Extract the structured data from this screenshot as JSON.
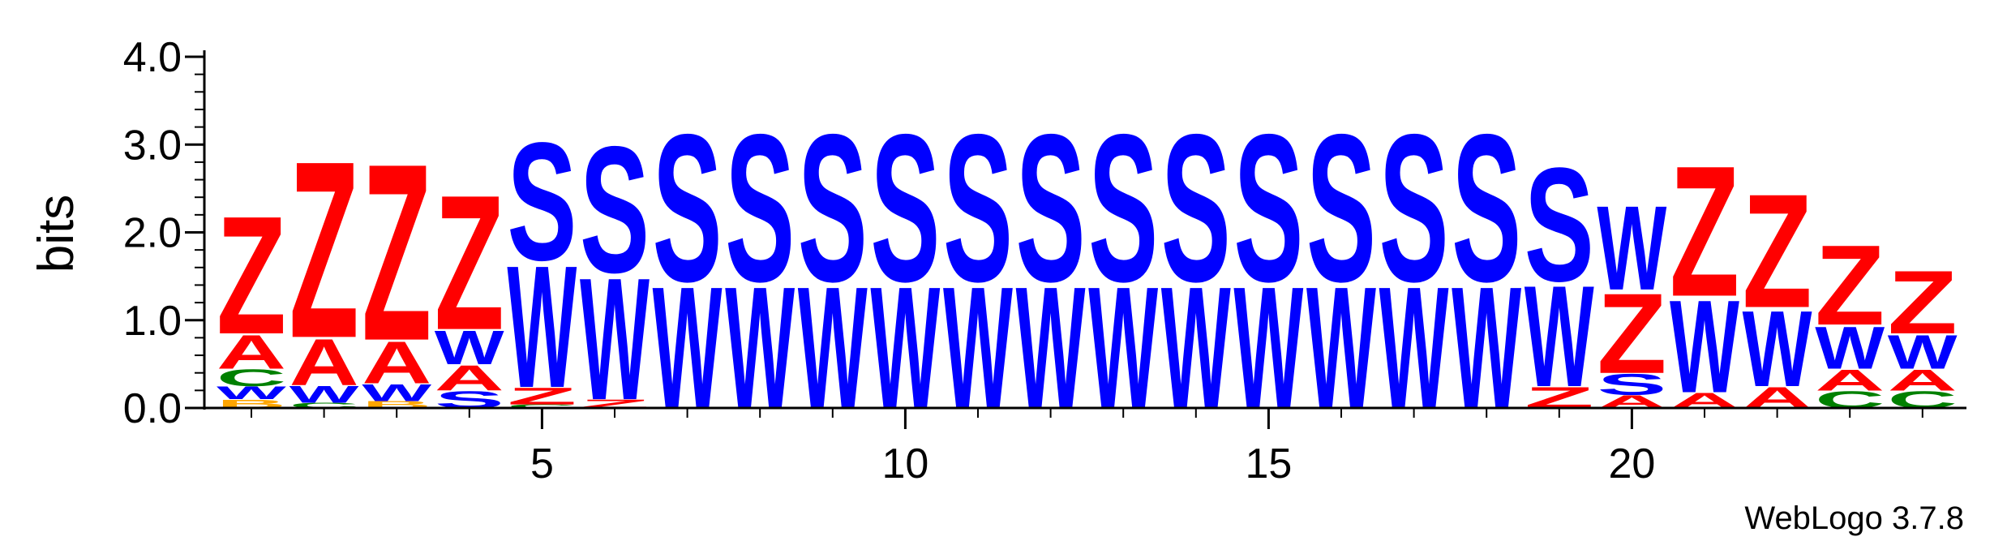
{
  "chart_data": {
    "type": "sequence-logo",
    "ylabel": "bits",
    "ylim": [
      0,
      4
    ],
    "y_ticks": [
      "0.0",
      "1.0",
      "2.0",
      "3.0",
      "4.0"
    ],
    "x_ticks": [
      "5",
      "10",
      "15",
      "20"
    ],
    "x_tick_positions": [
      5,
      10,
      15,
      20
    ],
    "positions": [
      1,
      2,
      3,
      4,
      5,
      6,
      7,
      8,
      9,
      10,
      11,
      12,
      13,
      14,
      15,
      16,
      17,
      18,
      19,
      20,
      21,
      22,
      23,
      24
    ],
    "colors": {
      "Z": "#ff0000",
      "A": "#ff0000",
      "S": "#0000ff",
      "W": "#0000ff",
      "C": "#008000",
      "B": "#ffa500"
    },
    "columns": [
      {
        "position": 1,
        "stack": [
          {
            "letter": "B",
            "bits": 0.1
          },
          {
            "letter": "W",
            "bits": 0.15
          },
          {
            "letter": "C",
            "bits": 0.2
          },
          {
            "letter": "A",
            "bits": 0.4
          },
          {
            "letter": "Z",
            "bits": 1.4
          }
        ]
      },
      {
        "position": 2,
        "stack": [
          {
            "letter": "C",
            "bits": 0.06
          },
          {
            "letter": "W",
            "bits": 0.2
          },
          {
            "letter": "A",
            "bits": 0.55
          },
          {
            "letter": "Z",
            "bits": 2.1
          }
        ]
      },
      {
        "position": 3,
        "stack": [
          {
            "letter": "B",
            "bits": 0.08
          },
          {
            "letter": "W",
            "bits": 0.2
          },
          {
            "letter": "A",
            "bits": 0.5
          },
          {
            "letter": "Z",
            "bits": 2.1
          }
        ]
      },
      {
        "position": 4,
        "stack": [
          {
            "letter": "S",
            "bits": 0.2
          },
          {
            "letter": "A",
            "bits": 0.3
          },
          {
            "letter": "W",
            "bits": 0.4
          },
          {
            "letter": "Z",
            "bits": 1.6
          }
        ]
      },
      {
        "position": 5,
        "stack": [
          {
            "letter": "C",
            "bits": 0.04
          },
          {
            "letter": "Z",
            "bits": 0.2
          },
          {
            "letter": "W",
            "bits": 1.45
          },
          {
            "letter": "S",
            "bits": 1.4
          }
        ]
      },
      {
        "position": 6,
        "stack": [
          {
            "letter": "Z",
            "bits": 0.1
          },
          {
            "letter": "W",
            "bits": 1.45
          },
          {
            "letter": "S",
            "bits": 1.5
          }
        ]
      },
      {
        "position": 7,
        "stack": [
          {
            "letter": "W",
            "bits": 1.45
          },
          {
            "letter": "S",
            "bits": 1.75
          }
        ]
      },
      {
        "position": 8,
        "stack": [
          {
            "letter": "W",
            "bits": 1.45
          },
          {
            "letter": "S",
            "bits": 1.75
          }
        ]
      },
      {
        "position": 9,
        "stack": [
          {
            "letter": "W",
            "bits": 1.45
          },
          {
            "letter": "S",
            "bits": 1.75
          }
        ]
      },
      {
        "position": 10,
        "stack": [
          {
            "letter": "W",
            "bits": 1.45
          },
          {
            "letter": "S",
            "bits": 1.75
          }
        ]
      },
      {
        "position": 11,
        "stack": [
          {
            "letter": "W",
            "bits": 1.45
          },
          {
            "letter": "S",
            "bits": 1.75
          }
        ]
      },
      {
        "position": 12,
        "stack": [
          {
            "letter": "W",
            "bits": 1.45
          },
          {
            "letter": "S",
            "bits": 1.75
          }
        ]
      },
      {
        "position": 13,
        "stack": [
          {
            "letter": "W",
            "bits": 1.45
          },
          {
            "letter": "S",
            "bits": 1.75
          }
        ]
      },
      {
        "position": 14,
        "stack": [
          {
            "letter": "W",
            "bits": 1.45
          },
          {
            "letter": "S",
            "bits": 1.75
          }
        ]
      },
      {
        "position": 15,
        "stack": [
          {
            "letter": "W",
            "bits": 1.45
          },
          {
            "letter": "S",
            "bits": 1.75
          }
        ]
      },
      {
        "position": 16,
        "stack": [
          {
            "letter": "W",
            "bits": 1.45
          },
          {
            "letter": "S",
            "bits": 1.75
          }
        ]
      },
      {
        "position": 17,
        "stack": [
          {
            "letter": "W",
            "bits": 1.45
          },
          {
            "letter": "S",
            "bits": 1.75
          }
        ]
      },
      {
        "position": 18,
        "stack": [
          {
            "letter": "W",
            "bits": 1.45
          },
          {
            "letter": "S",
            "bits": 1.75
          }
        ]
      },
      {
        "position": 19,
        "stack": [
          {
            "letter": "Z",
            "bits": 0.25
          },
          {
            "letter": "W",
            "bits": 1.2
          },
          {
            "letter": "S",
            "bits": 1.35
          }
        ]
      },
      {
        "position": 20,
        "stack": [
          {
            "letter": "A",
            "bits": 0.15
          },
          {
            "letter": "S",
            "bits": 0.25
          },
          {
            "letter": "Z",
            "bits": 0.95
          },
          {
            "letter": "W",
            "bits": 1.0
          }
        ]
      },
      {
        "position": 21,
        "stack": [
          {
            "letter": "A",
            "bits": 0.18
          },
          {
            "letter": "W",
            "bits": 1.1
          },
          {
            "letter": "Z",
            "bits": 1.55
          }
        ]
      },
      {
        "position": 22,
        "stack": [
          {
            "letter": "A",
            "bits": 0.25
          },
          {
            "letter": "W",
            "bits": 0.9
          },
          {
            "letter": "Z",
            "bits": 1.35
          }
        ]
      },
      {
        "position": 23,
        "stack": [
          {
            "letter": "C",
            "bits": 0.2
          },
          {
            "letter": "A",
            "bits": 0.25
          },
          {
            "letter": "W",
            "bits": 0.5
          },
          {
            "letter": "Z",
            "bits": 0.95
          }
        ]
      },
      {
        "position": 24,
        "stack": [
          {
            "letter": "C",
            "bits": 0.2
          },
          {
            "letter": "A",
            "bits": 0.25
          },
          {
            "letter": "W",
            "bits": 0.4
          },
          {
            "letter": "Z",
            "bits": 0.75
          }
        ]
      }
    ]
  },
  "credit": "WebLogo 3.7.8"
}
